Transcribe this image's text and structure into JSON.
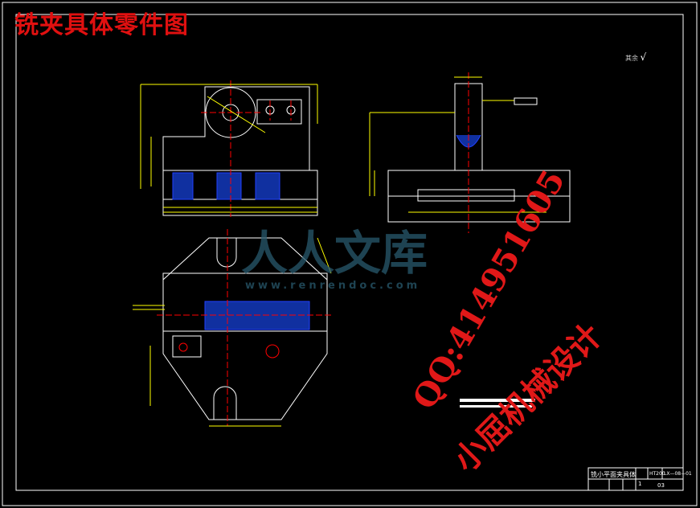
{
  "drawing_title": "铣夹具体零件图",
  "watermark": {
    "logo_text": "人人文库",
    "url": "www.renrendoc.com"
  },
  "overlay": {
    "qq": "QQ:414951605",
    "author": "小屈机械设计"
  },
  "roughness_note": {
    "label": "其余",
    "symbol": "√"
  },
  "title_block": {
    "part_name": "铣小平面夹具体",
    "quantity": "1",
    "material": "HT200",
    "drawing_no": "LX—08—01",
    "sheet": "03"
  },
  "colors": {
    "background": "#000000",
    "outline": "#ffffff",
    "geometry": "#ffff00",
    "centerline": "#ff0000",
    "hatch": "#2040ff",
    "overlay": "#e01010"
  }
}
